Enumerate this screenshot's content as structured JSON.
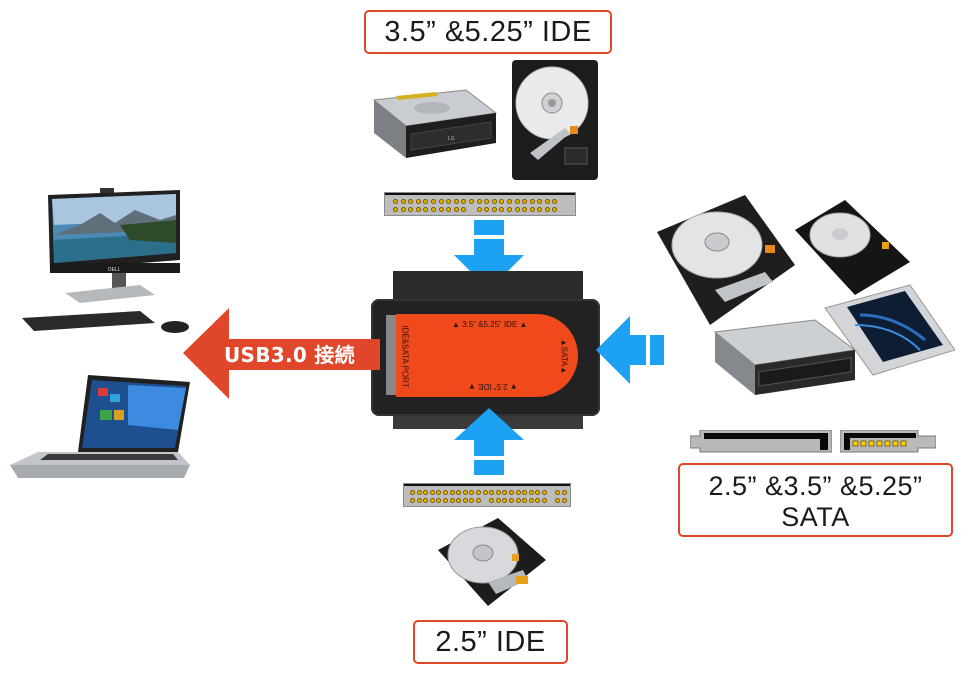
{
  "labels": {
    "top": "3.5” &5.25” IDE",
    "bottom": "2.5” IDE",
    "right_line1": "2.5” &3.5” &5.25”",
    "right_line2": "SATA"
  },
  "usb_arrow": {
    "text": "USB3.0 接続",
    "color": "#e0472a"
  },
  "adapter": {
    "side_label": "IDE&SATA PORT",
    "top_label": "▲ 3.5” &5.25” IDE ▲",
    "right_label": "▲SATA▲",
    "bottom_label": "▼ 2.5” IDE ▼",
    "face_color": "#f0491c"
  },
  "colors": {
    "arrow_blue": "#1da1f2",
    "label_border": "#e0472a",
    "pin_gold": "#e8b800"
  },
  "devices": {
    "top": [
      "optical-drive-5.25",
      "hdd-3.5"
    ],
    "right": [
      "hdd-3.5",
      "hdd-2.5",
      "ssd-2.5",
      "bluray-drive-5.25"
    ],
    "bottom": [
      "hdd-2.5"
    ],
    "left": [
      "all-in-one-desktop",
      "laptop"
    ]
  },
  "optical_drive": {
    "brand": "LG"
  },
  "desktop": {
    "brand": "DELL"
  }
}
